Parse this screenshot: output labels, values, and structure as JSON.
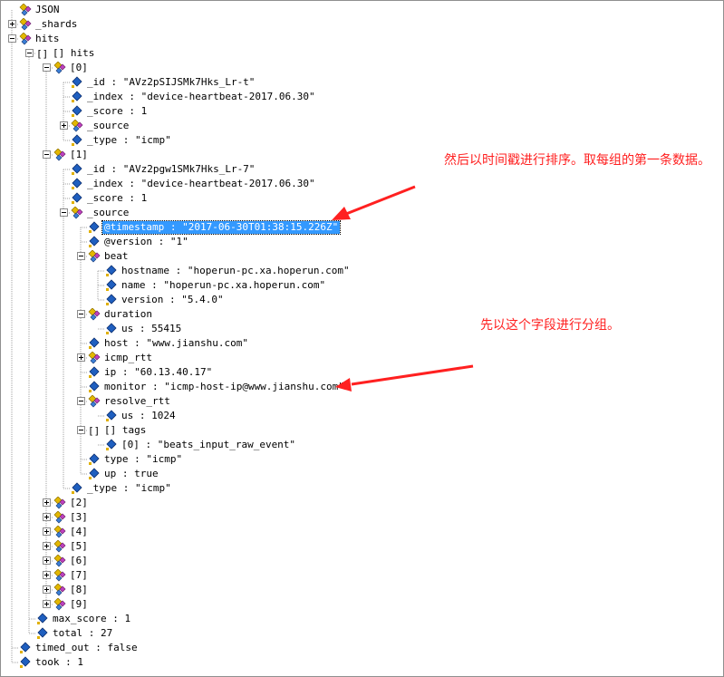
{
  "rows": [
    {
      "depth": 0,
      "icon": "object",
      "toggle": "",
      "label": "JSON"
    },
    {
      "depth": 0,
      "icon": "object",
      "toggle": "plus",
      "label": "_shards"
    },
    {
      "depth": 0,
      "icon": "object",
      "toggle": "minus",
      "label": "hits"
    },
    {
      "depth": 1,
      "icon": "array",
      "toggle": "minus",
      "label": "[] hits"
    },
    {
      "depth": 2,
      "icon": "object",
      "toggle": "minus",
      "label": "[0]"
    },
    {
      "depth": 3,
      "icon": "value",
      "toggle": "",
      "label": "_id : \"AVz2pSIJSMk7Hks_Lr-t\""
    },
    {
      "depth": 3,
      "icon": "value",
      "toggle": "",
      "label": "_index : \"device-heartbeat-2017.06.30\""
    },
    {
      "depth": 3,
      "icon": "value",
      "toggle": "",
      "label": "_score : 1"
    },
    {
      "depth": 3,
      "icon": "object",
      "toggle": "plus",
      "label": "_source"
    },
    {
      "depth": 3,
      "icon": "value",
      "toggle": "",
      "label": "_type : \"icmp\""
    },
    {
      "depth": 2,
      "icon": "object",
      "toggle": "minus",
      "label": "[1]"
    },
    {
      "depth": 3,
      "icon": "value",
      "toggle": "",
      "label": "_id : \"AVz2pgw1SMk7Hks_Lr-7\""
    },
    {
      "depth": 3,
      "icon": "value",
      "toggle": "",
      "label": "_index : \"device-heartbeat-2017.06.30\""
    },
    {
      "depth": 3,
      "icon": "value",
      "toggle": "",
      "label": "_score : 1"
    },
    {
      "depth": 3,
      "icon": "object",
      "toggle": "minus",
      "label": "_source"
    },
    {
      "depth": 4,
      "icon": "value",
      "toggle": "",
      "label": "@timestamp : \"2017-06-30T01:38:15.226Z\"",
      "selected": true
    },
    {
      "depth": 4,
      "icon": "value",
      "toggle": "",
      "label": "@version : \"1\""
    },
    {
      "depth": 4,
      "icon": "object",
      "toggle": "minus",
      "label": "beat"
    },
    {
      "depth": 5,
      "icon": "value",
      "toggle": "",
      "label": "hostname : \"hoperun-pc.xa.hoperun.com\""
    },
    {
      "depth": 5,
      "icon": "value",
      "toggle": "",
      "label": "name : \"hoperun-pc.xa.hoperun.com\""
    },
    {
      "depth": 5,
      "icon": "value",
      "toggle": "",
      "label": "version : \"5.4.0\""
    },
    {
      "depth": 4,
      "icon": "object",
      "toggle": "minus",
      "label": "duration"
    },
    {
      "depth": 5,
      "icon": "value",
      "toggle": "",
      "label": "us : 55415"
    },
    {
      "depth": 4,
      "icon": "value",
      "toggle": "",
      "label": "host : \"www.jianshu.com\""
    },
    {
      "depth": 4,
      "icon": "object",
      "toggle": "plus",
      "label": "icmp_rtt"
    },
    {
      "depth": 4,
      "icon": "value",
      "toggle": "",
      "label": "ip : \"60.13.40.17\""
    },
    {
      "depth": 4,
      "icon": "value",
      "toggle": "",
      "label": "monitor : \"icmp-host-ip@www.jianshu.com\""
    },
    {
      "depth": 4,
      "icon": "object",
      "toggle": "minus",
      "label": "resolve_rtt"
    },
    {
      "depth": 5,
      "icon": "value",
      "toggle": "",
      "label": "us : 1024"
    },
    {
      "depth": 4,
      "icon": "array",
      "toggle": "minus",
      "label": "[] tags"
    },
    {
      "depth": 5,
      "icon": "value",
      "toggle": "",
      "label": "[0] : \"beats_input_raw_event\""
    },
    {
      "depth": 4,
      "icon": "value",
      "toggle": "",
      "label": "type : \"icmp\""
    },
    {
      "depth": 4,
      "icon": "value",
      "toggle": "",
      "label": "up : true"
    },
    {
      "depth": 3,
      "icon": "value",
      "toggle": "",
      "label": "_type : \"icmp\""
    },
    {
      "depth": 2,
      "icon": "object",
      "toggle": "plus",
      "label": "[2]"
    },
    {
      "depth": 2,
      "icon": "object",
      "toggle": "plus",
      "label": "[3]"
    },
    {
      "depth": 2,
      "icon": "object",
      "toggle": "plus",
      "label": "[4]"
    },
    {
      "depth": 2,
      "icon": "object",
      "toggle": "plus",
      "label": "[5]"
    },
    {
      "depth": 2,
      "icon": "object",
      "toggle": "plus",
      "label": "[6]"
    },
    {
      "depth": 2,
      "icon": "object",
      "toggle": "plus",
      "label": "[7]"
    },
    {
      "depth": 2,
      "icon": "object",
      "toggle": "plus",
      "label": "[8]"
    },
    {
      "depth": 2,
      "icon": "object",
      "toggle": "plus",
      "label": "[9]"
    },
    {
      "depth": 1,
      "icon": "value",
      "toggle": "",
      "label": "max_score : 1"
    },
    {
      "depth": 1,
      "icon": "value",
      "toggle": "",
      "label": "total : 27"
    },
    {
      "depth": 0,
      "icon": "value",
      "toggle": "",
      "label": "timed_out : false"
    },
    {
      "depth": 0,
      "icon": "value",
      "toggle": "",
      "label": "took : 1"
    }
  ],
  "annotations": [
    {
      "text": "然后以时间戳进行排序。取每组的第一条数据。"
    },
    {
      "text": "先以这个字段进行分组。"
    }
  ],
  "colors": {
    "annotation": "#ff2020",
    "selection": "#3399ff",
    "tree_line": "#a0a0a0"
  }
}
